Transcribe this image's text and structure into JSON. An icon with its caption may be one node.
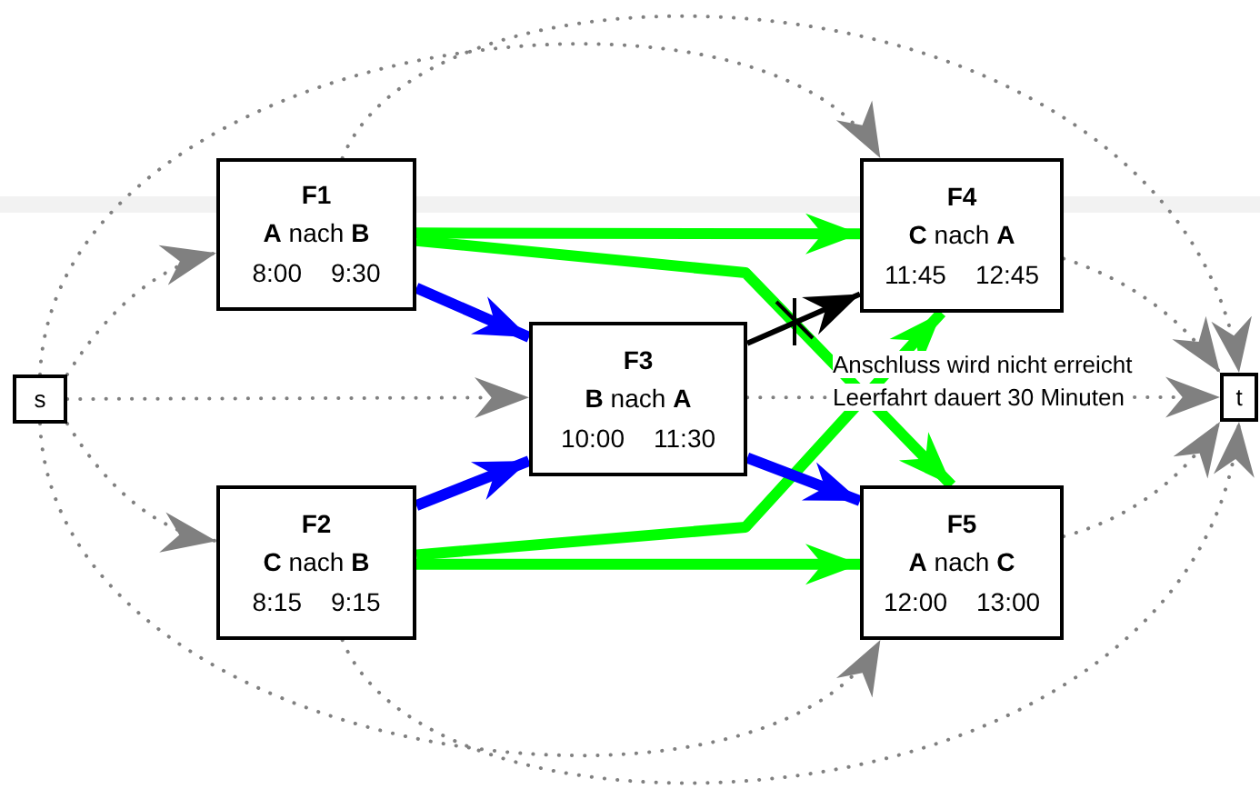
{
  "diagram": {
    "nodes": [
      {
        "text": [
          "s"
        ]
      },
      {
        "text": [
          "F1",
          "**A** nach **B**",
          "8:00",
          "9:30"
        ]
      },
      {
        "text": [
          "F2",
          "**C** nach **B**",
          "8:15",
          "9:15"
        ]
      },
      {
        "text": [
          "F3",
          "**B** nach **A**",
          "10:00",
          "11:30"
        ]
      },
      {
        "text": [
          "F4",
          "**C** nach **A**",
          "11:45",
          "12:45"
        ]
      },
      {
        "text": [
          "F5",
          "**A** nach **C**",
          "12:00",
          "13:00"
        ]
      },
      {
        "text": [
          "t"
        ]
      }
    ],
    "edges": [
      {
        "from": 0,
        "to": 1,
        "arrow": "to",
        "style": "dashed"
      },
      {
        "from": 0,
        "to": 2,
        "arrow": "to",
        "style": "dashed"
      },
      {
        "from": 0,
        "to": 3,
        "arrow": "to",
        "style": "dashed"
      },
      {
        "from": 0,
        "to": 4,
        "arrow": "to",
        "style": "dashed"
      },
      {
        "from": 0,
        "to": 5,
        "arrow": "to",
        "style": "dashed"
      },
      {
        "from": 1,
        "to": 4,
        "arrow": "to",
        "style": "thick",
        "color": "#00ff00"
      },
      {
        "from": 1,
        "to": 5,
        "arrow": "to",
        "style": "thick",
        "color": "#00ff00"
      },
      {
        "from": 2,
        "to": 4,
        "arrow": "to",
        "style": "thick",
        "color": "#00ff00"
      },
      {
        "from": 2,
        "to": 5,
        "arrow": "to",
        "style": "thick",
        "color": "#00ff00"
      },
      {
        "from": 1,
        "to": 3,
        "arrow": "to",
        "style": "thick",
        "color": "#0000ff"
      },
      {
        "from": 2,
        "to": 3,
        "arrow": "to",
        "style": "thick",
        "color": "#0000ff"
      },
      {
        "from": 3,
        "to": 5,
        "arrow": "to",
        "style": "thick",
        "color": "#0000ff"
      },
      {
        "from": 3,
        "to": 4,
        "arrow": "to",
        "color": "#000000"
      },
      {
        "from": 3,
        "to": 6,
        "arrow": "to",
        "style": "dashed",
        "label": "Leerfahrt dauert 30 Minuten"
      },
      {
        "from": 1,
        "to": 6,
        "arrow": "to",
        "style": "dashed"
      },
      {
        "from": 2,
        "to": 6,
        "arrow": "to",
        "style": "dashed"
      },
      {
        "from": 4,
        "to": 6,
        "arrow": "to",
        "style": "dashed"
      },
      {
        "from": 5,
        "to": 6,
        "arrow": "to",
        "style": "dashed"
      }
    ],
    "labels": [
      "Anschluss wird nicht erreicht"
    ]
  }
}
